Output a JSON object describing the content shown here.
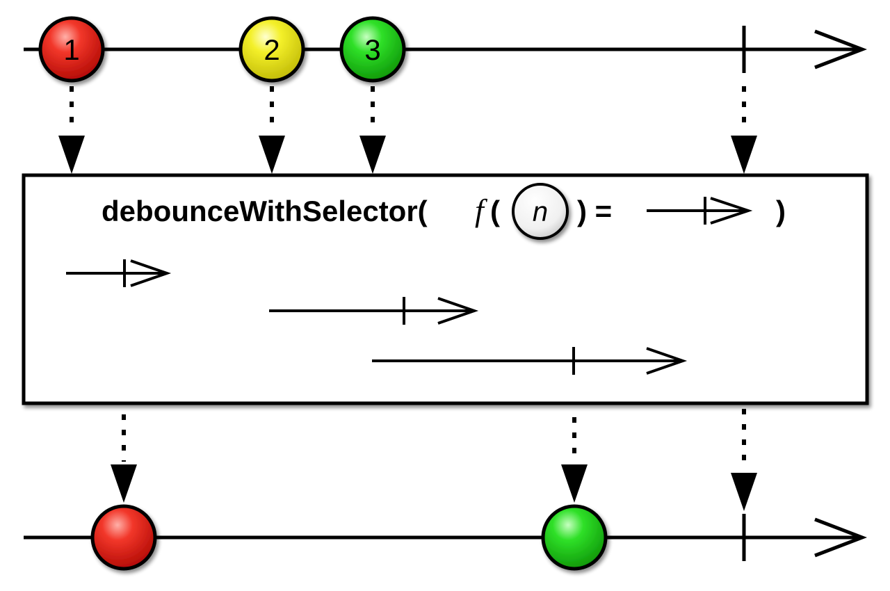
{
  "operator": {
    "name": "debounceWithSelector(",
    "fn": "f",
    "fn_open": "(",
    "arg": "n",
    "after_arg": ") =",
    "close": ")"
  },
  "input_marbles": [
    {
      "label": "1",
      "color": "red"
    },
    {
      "label": "2",
      "color": "yellow"
    },
    {
      "label": "3",
      "color": "green"
    }
  ],
  "output_marbles": [
    {
      "color": "red"
    },
    {
      "color": "green"
    }
  ],
  "colors": {
    "red": "#e8231c",
    "yellow": "#f2ef1e",
    "green": "#22d11c",
    "stroke": "#000000"
  }
}
